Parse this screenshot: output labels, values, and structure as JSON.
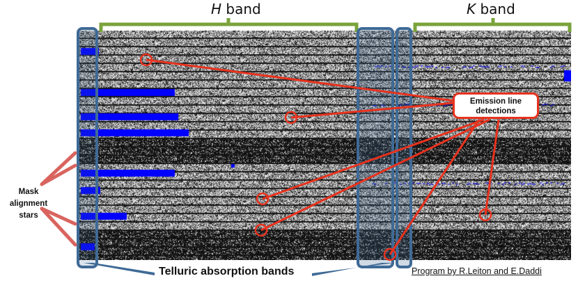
{
  "bands": {
    "h_letter": "H",
    "h_word": "band",
    "k_letter": "K",
    "k_word": "band"
  },
  "callout": {
    "line1": "Emission line",
    "line2": "detections"
  },
  "mask_label": {
    "line1": "Mask alignment",
    "line2": "stars"
  },
  "telluric_label": "Telluric absorption bands",
  "credit": "Program by R.Leiton and E.Daddi",
  "colors": {
    "bracket": "#7aa33c",
    "telluric_box": "#3f6a96",
    "callout_line": "#e8321e",
    "mask_line": "#d9645e",
    "mask_star_fill": "#0000ff",
    "detection_circle": "#e8321e",
    "spectrum_fill": "#0000ff"
  }
}
